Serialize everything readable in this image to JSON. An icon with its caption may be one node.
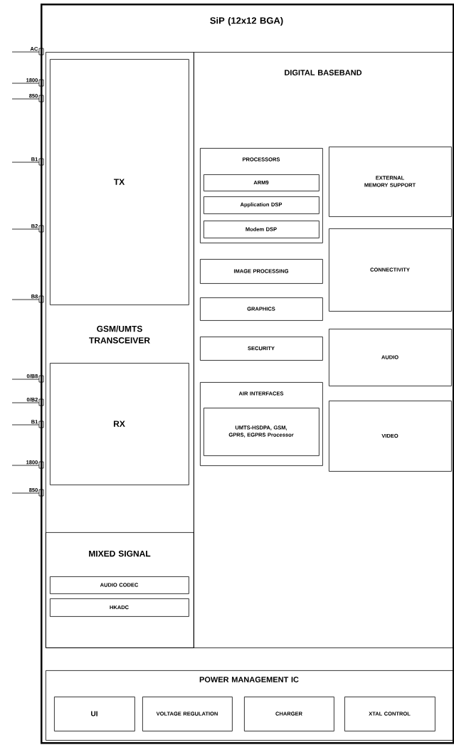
{
  "diagram": {
    "nodes": [
      {
        "text": [
          "SiP (12x12 BGA)"
        ]
      },
      {
        "text": [
          "GSM/UMTS TRANSCEIVER"
        ],
        "in": 0
      },
      {
        "text": [
          "TX"
        ],
        "in": 1
      },
      {
        "text": [
          "RX"
        ],
        "in": 1
      },
      {
        "text": [
          "MIXED SIGNAL"
        ],
        "in": 1
      },
      {
        "text": [
          "AUDIO CODEC"
        ],
        "in": 4
      },
      {
        "text": [
          "HKADC"
        ],
        "in": 4
      },
      {
        "text": [
          "DIGITAL BASEBAND"
        ],
        "in": 0
      },
      {
        "text": [
          "PROCESSORS"
        ],
        "in": 7
      },
      {
        "text": [
          "ARM9"
        ],
        "in": 8
      },
      {
        "text": [
          "Application DSP"
        ],
        "in": 8
      },
      {
        "text": [
          "Modem DSP"
        ],
        "in": 8
      },
      {
        "text": [
          "EXTERNAL MEMORY SUPPORT"
        ],
        "in": 7
      },
      {
        "text": [
          "IMAGE PROCESSING"
        ],
        "in": 7
      },
      {
        "text": [
          "CONNECTIVITY"
        ],
        "in": 7
      },
      {
        "text": [
          "GRAPHICS"
        ],
        "in": 7
      },
      {
        "text": [
          "SECURITY"
        ],
        "in": 7
      },
      {
        "text": [
          "AUDIO"
        ],
        "in": 7
      },
      {
        "text": [
          "AIR INTERFACES"
        ],
        "in": 7
      },
      {
        "text": [
          "UMTS-HSDPA, GSM, GPRS, EGPRS Processor"
        ],
        "in": 18
      },
      {
        "text": [
          "VIDEO"
        ],
        "in": 7
      },
      {
        "text": [
          "POWER MANAGEMENT IC"
        ],
        "in": 0
      },
      {
        "text": [
          "UI"
        ],
        "in": 21
      },
      {
        "text": [
          "VOLTAGE REGULATION"
        ],
        "in": 21
      },
      {
        "text": [
          "CHARGER"
        ],
        "in": 21
      },
      {
        "text": [
          "XTAL CONTROL"
        ],
        "in": 21
      }
    ],
    "edges": [],
    "labels": [
      "AC",
      "1800",
      "850",
      "B1",
      "B2",
      "B8",
      "0/B8",
      "0/B2",
      "B1",
      "1800",
      "850"
    ]
  }
}
